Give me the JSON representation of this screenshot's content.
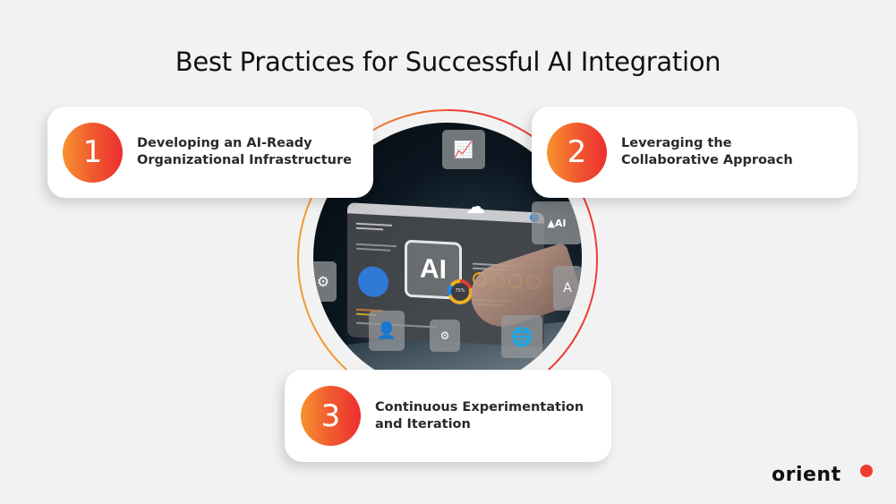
{
  "header": {
    "title": "Best Practices for Successful AI Integration"
  },
  "practices": [
    {
      "number": "1",
      "line1": "Developing an AI-Ready",
      "line2": "Organizational Infrastructure"
    },
    {
      "number": "2",
      "line1": "Leveraging the",
      "line2": "Collaborative Approach"
    },
    {
      "number": "3",
      "line1": "Continuous Experimentation",
      "line2": "and Iteration"
    }
  ],
  "illustration": {
    "center_label": "AI",
    "donut_center_label": "75%",
    "image_tile_label": "AI",
    "icons": [
      "bar-chart-icon",
      "cloud-sync-icon",
      "ai-image-icon",
      "gears-icon",
      "user-icon",
      "globe-icon",
      "chip-icon"
    ]
  },
  "colors": {
    "background": "#f2f2f2",
    "badge_gradient_start": "#f7922f",
    "badge_gradient_end": "#ee2e31",
    "ring_left": "#f29a33",
    "ring_right": "#ee3b34",
    "card": "#ffffff",
    "text": "#2a2a2a"
  },
  "brand": {
    "logo_text": "orient",
    "logo_dot_color": "#ee3b30"
  }
}
